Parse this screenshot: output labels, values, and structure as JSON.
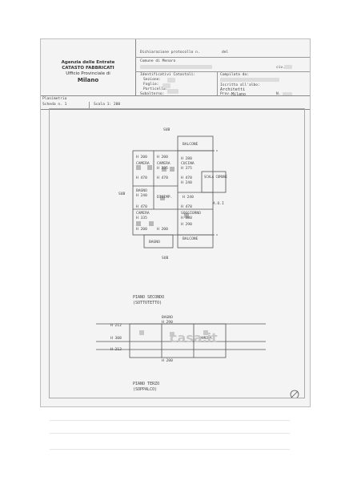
{
  "header": {
    "agency_line1": "Agenzia delle Entrate",
    "agency_line2": "CATASTO FABBRICATI",
    "agency_line3": "Ufficio Provinciale di",
    "city": "Milano",
    "protocol_label": "Dichiarazione protocollo n.",
    "del_label": "del",
    "comune_label": "Comune di Menaro",
    "civ_label": "civ.",
    "identificativi_label": "Identificativi Catastali:",
    "sezione_label": "Sezione:",
    "foglio_label": "Foglio:",
    "particella_label": "Particella:",
    "subalterno_label": "Subalterno:",
    "compilata_label": "Compilata da:",
    "iscritto_label": "Iscritto all'albo:",
    "albo_value": "Architetti",
    "prov_label": "Prov.",
    "prov_value": "Milano",
    "n_label": "N."
  },
  "scheda": {
    "planimetria": "Planimetria",
    "scheda_label": "Scheda n. 1",
    "scala_label": "Scala 1: 200"
  },
  "plan": {
    "rooms": [
      {
        "label": "SUB",
        "id": "sub-top"
      },
      {
        "label": "BALCONE",
        "id": "balcone-top"
      },
      {
        "label": "CAMERA",
        "id": "camera-1"
      },
      {
        "label": "CAMERA",
        "id": "camera-2"
      },
      {
        "label": "CUCINA",
        "id": "cucina"
      },
      {
        "label": "SCALA COMUNE",
        "id": "scala"
      },
      {
        "label": "BAGNO",
        "id": "bagno-1"
      },
      {
        "label": "DISIMP.",
        "id": "disimp"
      },
      {
        "label": "CAMERA",
        "id": "camera-3"
      },
      {
        "label": "SOGGIORNO",
        "id": "soggiorno"
      },
      {
        "label": "BALCONE",
        "id": "balcone-bottom"
      },
      {
        "label": "BAGNO",
        "id": "bagno-2"
      },
      {
        "label": "SUB",
        "id": "sub-left"
      },
      {
        "label": "SUB",
        "id": "sub-bottom"
      },
      {
        "label": "A.O.I",
        "id": "aoi"
      }
    ],
    "heights": [
      "H 200",
      "H 470",
      "H 280",
      "H 240",
      "H 290",
      "H 380",
      "H 335",
      "H 375"
    ],
    "floor2_title": "PIANO SECONDO",
    "floor2_sub": "(SOTTOTETTO)",
    "floor3_title": "PIANO TERZO",
    "floor3_sub": "(SOPPALCO)",
    "section_labels": [
      "BAGNO",
      "H 212",
      "H 308",
      "H 212",
      "H 200",
      "H 290",
      "CAMERA"
    ],
    "watermark": "casa.it"
  }
}
